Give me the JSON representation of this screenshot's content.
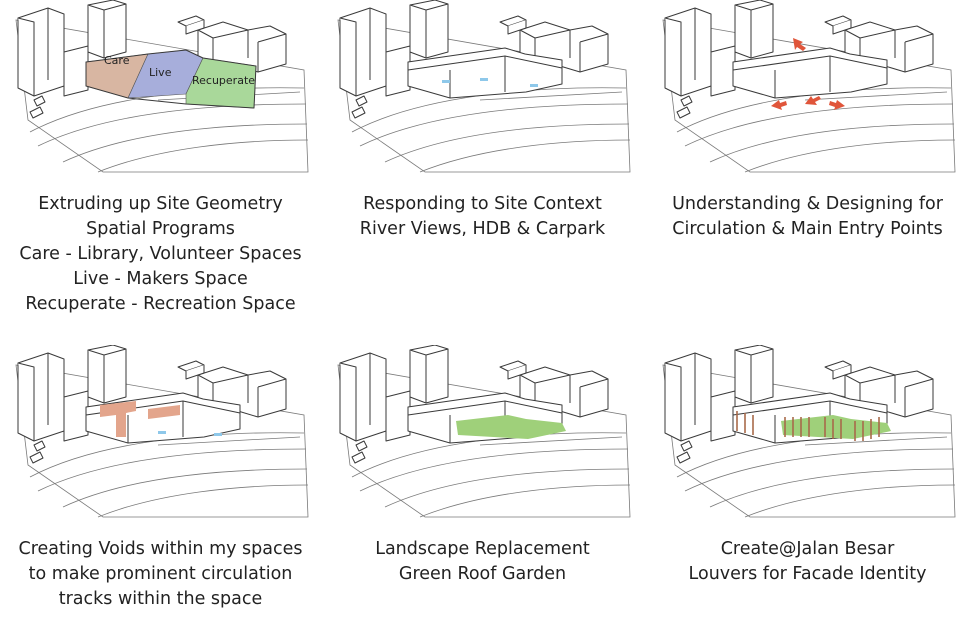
{
  "panels": [
    {
      "id": "p1",
      "caption": [
        "Extruding up Site Geometry",
        "Spatial Programs",
        "Care - Library, Volunteer Spaces",
        "Live - Makers Space",
        "Recuperate - Recreation Space"
      ],
      "program_labels": [
        "Care",
        "Live",
        "Recuperate"
      ],
      "program_colors": [
        "#d8b6a2",
        "#a7aedb",
        "#a9d89a"
      ]
    },
    {
      "id": "p2",
      "caption": [
        "Responding to Site Context",
        "River Views, HDB & Carpark"
      ],
      "accent": "#8ec8ea"
    },
    {
      "id": "p3",
      "caption": [
        "Understanding & Designing for",
        "Circulation & Main Entry Points"
      ],
      "accent": "#e0553a"
    },
    {
      "id": "p4",
      "caption": [
        "Creating Voids within my spaces",
        "to make prominent circulation",
        "tracks within the space"
      ],
      "accent": "#e3a58c"
    },
    {
      "id": "p5",
      "caption": [
        "Landscape Replacement",
        "Green Roof Garden"
      ],
      "accent": "#9fd07a"
    },
    {
      "id": "p6",
      "caption": [
        "Create@Jalan Besar",
        "Louvers for Facade Identity"
      ],
      "accent": "#a86a4a"
    }
  ]
}
